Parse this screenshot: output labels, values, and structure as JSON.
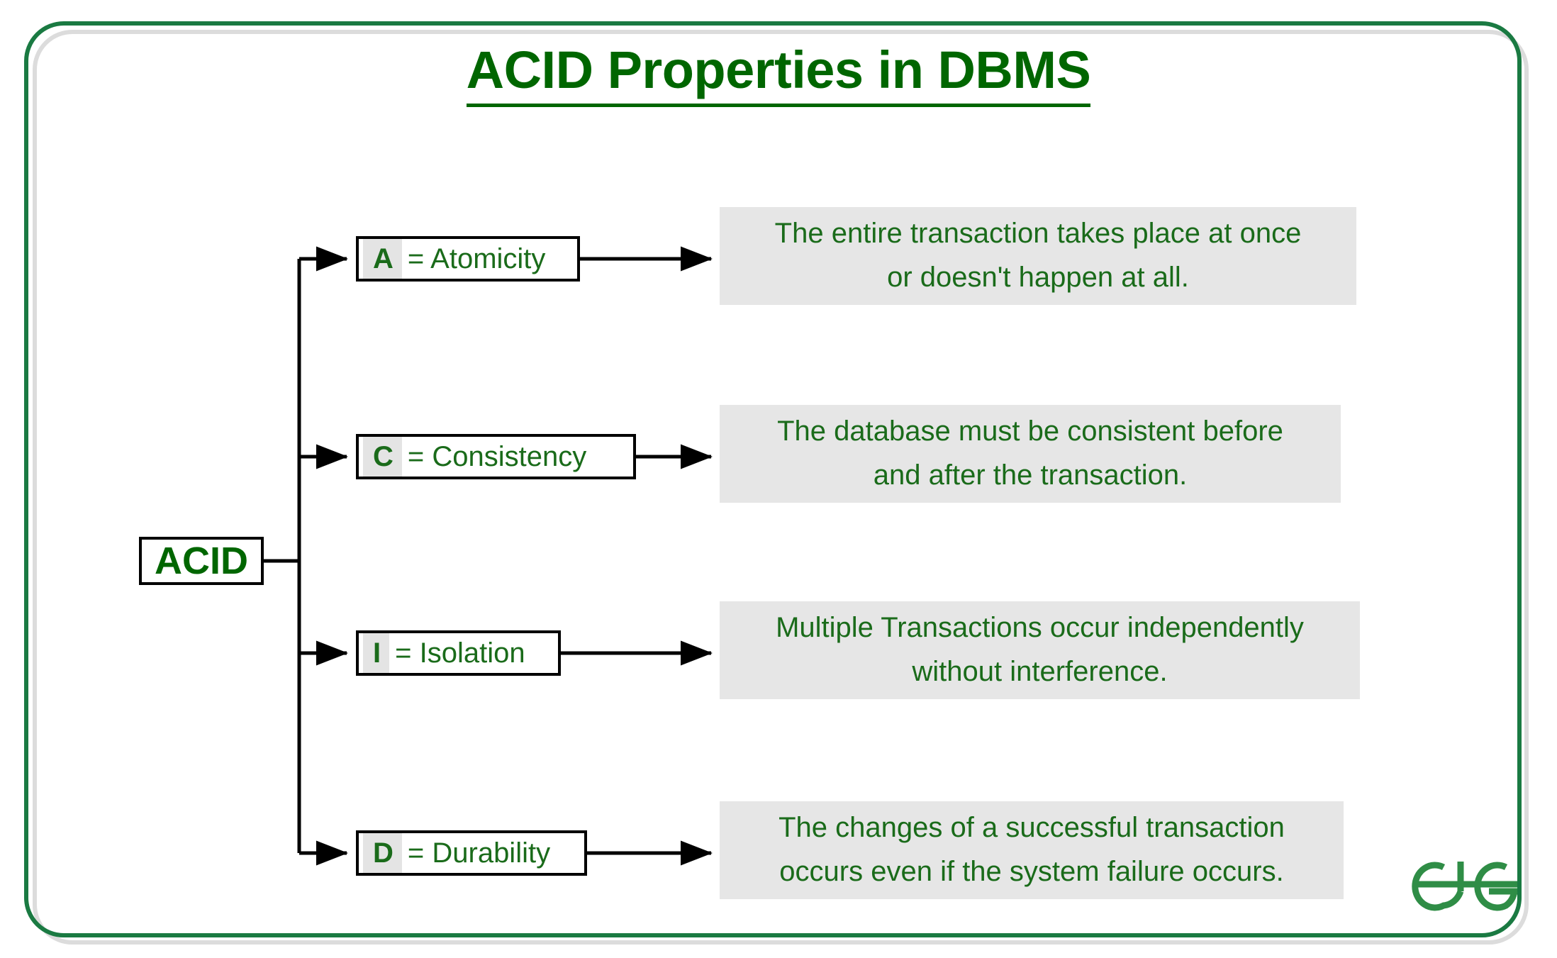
{
  "page": {
    "title": "ACID Properties in DBMS",
    "root_label": "ACID",
    "accent_green": "#006600",
    "text_green": "#1a6b1a",
    "frame_green": "#1a7a42",
    "highlight_gray": "#e4e4e4",
    "desc_gray": "#e6e6e6",
    "border_black": "#000000"
  },
  "logo": {
    "name": "geeksforgeeks-logo",
    "alt": "GG"
  },
  "properties": [
    {
      "key": "A",
      "rest": "= Atomicity",
      "name": "atomicity",
      "description_lines": [
        "The entire transaction takes place at once",
        "or doesn't happen at all."
      ]
    },
    {
      "key": "C",
      "rest": "= Consistency",
      "name": "consistency",
      "description_lines": [
        "The database must be consistent before",
        "and after the transaction."
      ]
    },
    {
      "key": "I",
      "rest": "= Isolation",
      "name": "isolation",
      "description_lines": [
        "Multiple Transactions occur independently",
        "without interference."
      ]
    },
    {
      "key": "D",
      "rest": "= Durability",
      "name": "durability",
      "description_lines": [
        "The changes of a successful transaction",
        "occurs even if the system failure occurs."
      ]
    }
  ]
}
